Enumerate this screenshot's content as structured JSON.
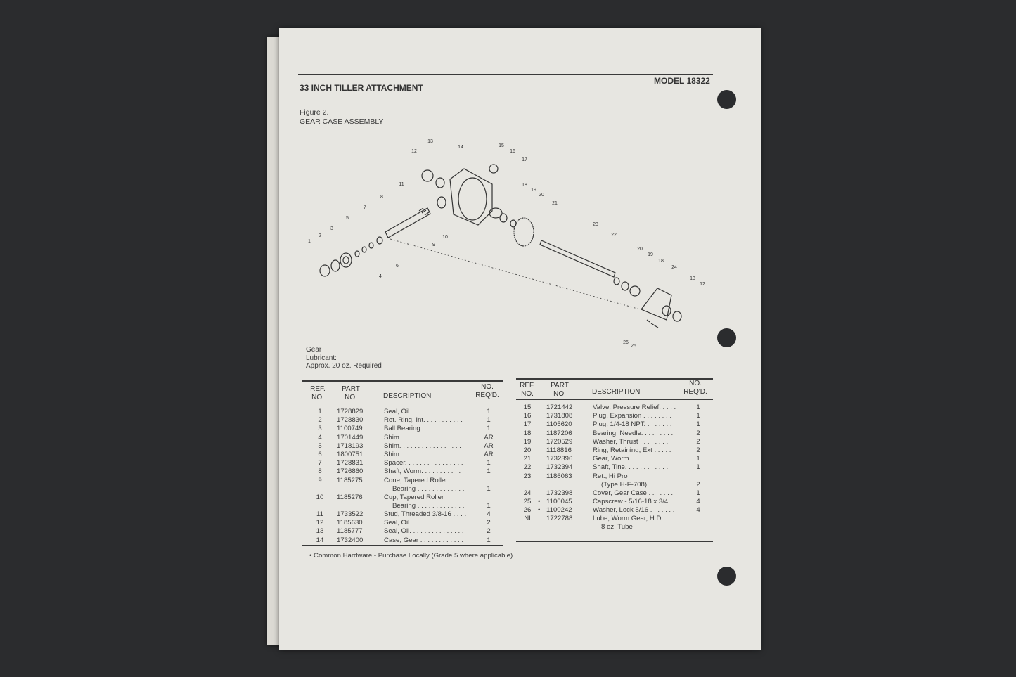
{
  "header": {
    "title": "33 INCH TILLER ATTACHMENT",
    "model": "MODEL 18322"
  },
  "figure": {
    "number": "Figure 2.",
    "title": "GEAR CASE ASSEMBLY"
  },
  "diagram": {
    "callouts": [
      "1",
      "2",
      "3",
      "4",
      "5",
      "6",
      "7",
      "8",
      "9",
      "10",
      "11",
      "12",
      "13",
      "14",
      "15",
      "16",
      "17",
      "18",
      "19",
      "20",
      "21",
      "22",
      "23",
      "20",
      "19",
      "18",
      "24",
      "13",
      "12",
      "26",
      "25"
    ]
  },
  "lubricant_note": [
    "Gear",
    "Lubricant:",
    "Approx. 20 oz. Required"
  ],
  "table_headers": {
    "ref": [
      "REF.",
      "NO."
    ],
    "part": [
      "PART",
      "NO."
    ],
    "description": "DESCRIPTION",
    "qty": [
      "NO.",
      "REQ'D."
    ]
  },
  "left_table": [
    {
      "ref": "1",
      "part": "1728829",
      "desc": "Seal, Oil. . . . . . . . . . . . . . .",
      "qty": "1"
    },
    {
      "ref": "2",
      "part": "1728830",
      "desc": "Ret. Ring, Int. . . . . . . . . . .",
      "qty": "1"
    },
    {
      "ref": "3",
      "part": "1100749",
      "desc": "Ball Bearing . . . . . . . . . . . .",
      "qty": "1"
    },
    {
      "ref": "4",
      "part": "1701449",
      "desc": "Shim. . . . . . . . . . . . . . . . .",
      "qty": "AR"
    },
    {
      "ref": "5",
      "part": "1718193",
      "desc": "Shim. . . . . . . . . . . . . . . . .",
      "qty": "AR"
    },
    {
      "ref": "6",
      "part": "1800751",
      "desc": "Shim. . . . . . . . . . . . . . . . .",
      "qty": "AR"
    },
    {
      "ref": "7",
      "part": "1728831",
      "desc": "Spacer. . . . . . . . . . . . . . . .",
      "qty": "1"
    },
    {
      "ref": "8",
      "part": "1726860",
      "desc": "Shaft, Worm. . . . . . . . . . .",
      "qty": "1"
    },
    {
      "ref": "9",
      "part": "1185275",
      "desc": "Cone, Tapered Roller",
      "desc2": "Bearing . . . . . . . . . . . . .",
      "qty": "1"
    },
    {
      "ref": "10",
      "part": "1185276",
      "desc": "Cup, Tapered Roller",
      "desc2": "Bearing . . . . . . . . . . . . .",
      "qty": "1"
    },
    {
      "ref": "11",
      "part": "1733522",
      "desc": "Stud, Threaded 3/8-16 . . . .",
      "qty": "4"
    },
    {
      "ref": "12",
      "part": "1185630",
      "desc": "Seal, Oil. . . . . . . . . . . . . . .",
      "qty": "2"
    },
    {
      "ref": "13",
      "part": "1185777",
      "desc": "Seal, Oil. . . . . . . . . . . . . . .",
      "qty": "2"
    },
    {
      "ref": "14",
      "part": "1732400",
      "desc": "Case, Gear . . . . . . . . . . . .",
      "qty": "1"
    }
  ],
  "right_table": [
    {
      "ref": "15",
      "part": "1721442",
      "desc": "Valve, Pressure Relief. . . . .",
      "qty": "1"
    },
    {
      "ref": "16",
      "part": "1731808",
      "desc": "Plug, Expansion . . . . . . . .",
      "qty": "1"
    },
    {
      "ref": "17",
      "part": "1105620",
      "desc": "Plug, 1/4-18 NPT. . . . . . . .",
      "qty": "1"
    },
    {
      "ref": "18",
      "part": "1187206",
      "desc": "Bearing, Needle. . . . . . . . .",
      "qty": "2"
    },
    {
      "ref": "19",
      "part": "1720529",
      "desc": "Washer, Thrust . . . . . . . .",
      "qty": "2"
    },
    {
      "ref": "20",
      "part": "1118816",
      "desc": "Ring, Retaining, Ext . . . . . .",
      "qty": "2"
    },
    {
      "ref": "21",
      "part": "1732396",
      "desc": "Gear, Worm . . . . . . . . . . .",
      "qty": "1"
    },
    {
      "ref": "22",
      "part": "1732394",
      "desc": "Shaft, Tine. . . . . . . . . . . .",
      "qty": "1"
    },
    {
      "ref": "23",
      "part": "1186063",
      "desc": "Ret., Hi Pro",
      "desc2": "(Type H-F-708). . . . . . . .",
      "qty": "2"
    },
    {
      "ref": "24",
      "part": "1732398",
      "desc": "Cover, Gear Case . . . . . . .",
      "qty": "1"
    },
    {
      "ref": "25",
      "bullet": "•",
      "part": "1100045",
      "desc": "Capscrew - 5/16-18 x 3/4 . .",
      "qty": "4"
    },
    {
      "ref": "26",
      "bullet": "•",
      "part": "1100242",
      "desc": "Washer, Lock  5/16 . . . . . . .",
      "qty": "4"
    },
    {
      "ref": "NI",
      "part": "1722788",
      "desc": "Lube, Worm Gear, H.D.",
      "desc2": "8 oz. Tube",
      "qty": ""
    }
  ],
  "footnote": "•  Common Hardware - Purchase Locally (Grade 5 where applicable)."
}
